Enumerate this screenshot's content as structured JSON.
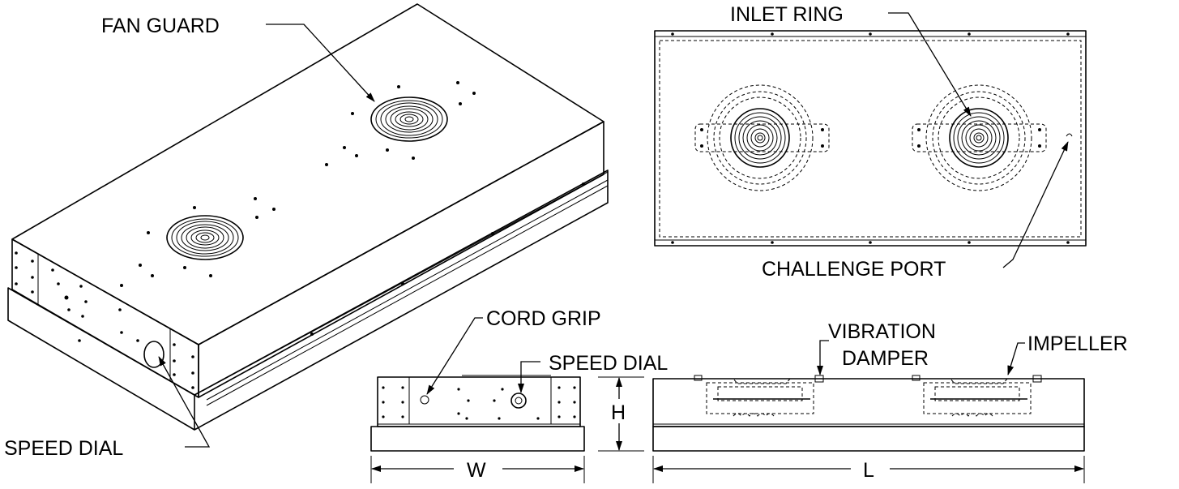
{
  "labels": {
    "fan_guard": "FAN GUARD",
    "speed_dial_iso": "SPEED DIAL",
    "inlet_ring": "INLET RING",
    "challenge_port": "CHALLENGE PORT",
    "cord_grip": "CORD GRIP",
    "speed_dial_side": "SPEED DIAL",
    "vibration_damper_1": "VIBRATION",
    "vibration_damper_2": "DAMPER",
    "impeller": "IMPELLER"
  },
  "dimensions": {
    "height": "H",
    "width": "W",
    "length": "L"
  }
}
